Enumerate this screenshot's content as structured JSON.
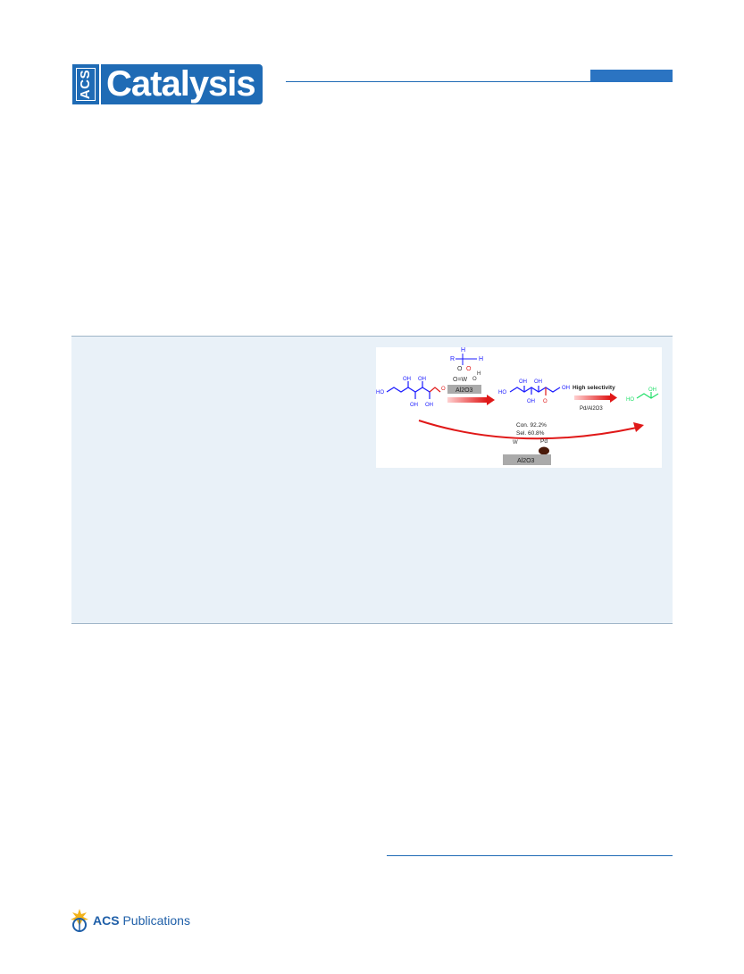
{
  "journal": {
    "logo_prefix": "ACS",
    "logo_name": "Catalysis"
  },
  "toc_graphic": {
    "labels": {
      "r_group": "R",
      "h_top": "H",
      "h_right": "H",
      "h_wo": "H",
      "o_left": "O",
      "o_right": "O",
      "o_eq_w": "O=W",
      "o_after_w": "O",
      "support_top": "Al2O3",
      "oh": "OH",
      "ho": "HO",
      "carbonyl_o": "O",
      "high_selectivity": "High selectivity",
      "pd_catalyst": "Pd/Al2O3",
      "conversion": "Con. 92.2%",
      "selectivity": "Sel. 60.8%",
      "pd": "Pd",
      "w": "W",
      "support_bottom": "Al2O3"
    },
    "colors": {
      "glucose": "#1a1aff",
      "carbonyl": "#ff1a1a",
      "product": "#22e06a",
      "arrow": "#e01818",
      "pd_particle": "#4a1a0a"
    }
  },
  "publisher": {
    "name_bold": "ACS",
    "name_rest": " Publications"
  },
  "colors": {
    "brand_blue": "#1f6bb5",
    "abstract_bg": "#e9f1f8"
  }
}
